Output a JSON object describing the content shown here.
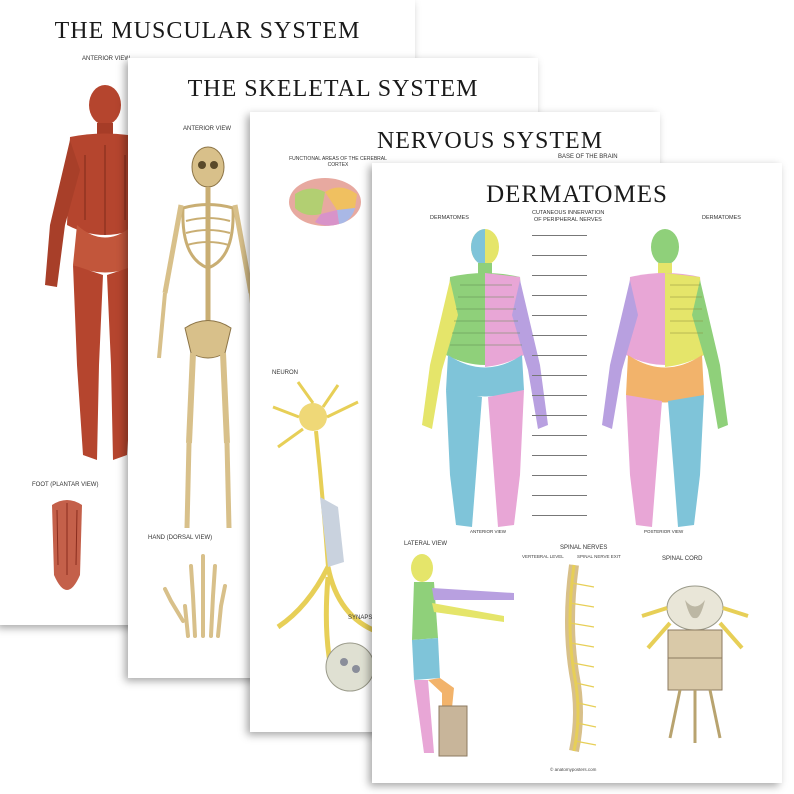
{
  "posters": {
    "muscular": {
      "title": "THE MUSCULAR SYSTEM",
      "anterior_view": "ANTERIOR VIEW",
      "foot_view": "FOOT (PLANTAR VIEW)"
    },
    "skeletal": {
      "title": "THE SKELETAL SYSTEM",
      "anterior_view": "ANTERIOR VIEW",
      "hand_view": "HAND (DORSAL VIEW)"
    },
    "nervous": {
      "title": "NERVOUS SYSTEM",
      "brain_areas": "FUNCTIONAL AREAS OF THE CEREBRAL CORTEX",
      "base_of_brain": "BASE OF THE BRAIN",
      "neuron": "NEURON",
      "synapse": "SYNAPSE"
    },
    "dermatomes": {
      "title": "DERMATOMES",
      "subtitle_line1": "CUTANEOUS INNERVATION",
      "subtitle_line2": "OF PERIPHERAL NERVES",
      "left_label": "DERMATOMES",
      "right_label": "DERMATOMES",
      "anterior_view": "ANTERIOR VIEW",
      "posterior_view": "POSTERIOR VIEW",
      "lateral_view": "LATERAL VIEW",
      "spinal_nerves": "SPINAL NERVES",
      "vertebral_level": "VERTEBRAL LEVEL",
      "spinal_nerve_exit": "SPINAL NERVE EXIT",
      "spinal_cord": "SPINAL CORD",
      "footer": "© anatomyposters.com"
    }
  },
  "colors": {
    "muscle": "#b5452e",
    "bone": "#d8c08a",
    "brain": "#e7a9a0",
    "nerve": "#e7cf57",
    "dermatome_colors": [
      "#7fc4d9",
      "#e5e56a",
      "#8fd07a",
      "#e8a6d6",
      "#b8a0e0",
      "#f2b36b"
    ]
  }
}
